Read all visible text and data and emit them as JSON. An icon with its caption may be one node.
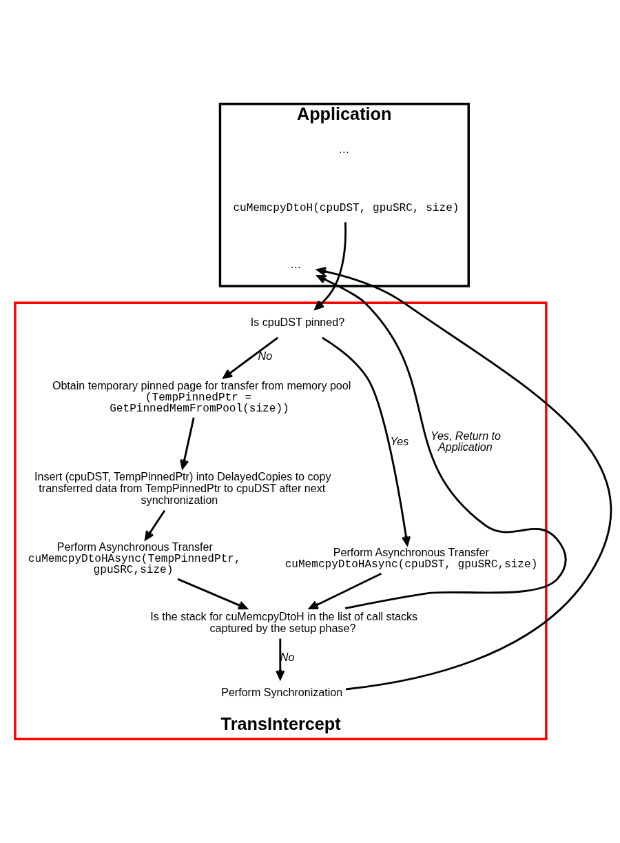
{
  "diagram": {
    "nodes": [
      {
        "text": [
          "Application"
        ]
      },
      {
        "text": [
          "…"
        ],
        "in": 0
      },
      {
        "text": [
          "cuMemcpyDtoH(cpuDST, gpuSRC, size)"
        ],
        "in": 0
      },
      {
        "text": [
          "…"
        ],
        "in": 0
      },
      {
        "text": [
          "TransIntercept"
        ]
      },
      {
        "text": [
          "Is cpuDST pinned?"
        ],
        "in": 4
      },
      {
        "text": [
          "Obtain temporary pinned page for transfer from memory pool",
          "(TempPinnedPtr = GetPinnedMemFromPool(size))"
        ],
        "in": 4
      },
      {
        "text": [
          "Insert (cpuDST, TempPinnedPtr) into DelayedCopies to copy transferred data from TempPinnedPtr to cpuDST after next synchronization"
        ],
        "in": 4
      },
      {
        "text": [
          "Perform Asynchronous Transfer",
          "cuMemcpyDtoHAsync(TempPinnedPtr, gpuSRC,size)"
        ],
        "in": 4
      },
      {
        "text": [
          "Perform Asynchronous Transfer",
          "cuMemcpyDtoHAsync(cpuDST, gpuSRC,size)"
        ],
        "in": 4
      },
      {
        "text": [
          "Is the stack for cuMemcpyDtoH in the list of call stacks captured by the setup phase?"
        ],
        "in": 4
      },
      {
        "text": [
          "Perform Synchronization"
        ],
        "in": 4
      }
    ],
    "edges": [
      {
        "from": 2,
        "to": 5,
        "arrow": "to"
      },
      {
        "from": 5,
        "to": 9,
        "arrow": "to",
        "label": "Yes"
      },
      {
        "from": 5,
        "to": 6,
        "arrow": "to",
        "label": "No"
      },
      {
        "from": 6,
        "to": 7,
        "arrow": "to"
      },
      {
        "from": 7,
        "to": 8,
        "arrow": "to"
      },
      {
        "from": 8,
        "to": 10,
        "arrow": "to"
      },
      {
        "from": 9,
        "to": 10,
        "arrow": "to"
      },
      {
        "from": 10,
        "to": 3,
        "arrow": "to",
        "label": "Yes, Return to Application"
      },
      {
        "from": 10,
        "to": 11,
        "arrow": "to",
        "label": "No"
      },
      {
        "from": 11,
        "to": 3,
        "arrow": "to"
      }
    ]
  }
}
